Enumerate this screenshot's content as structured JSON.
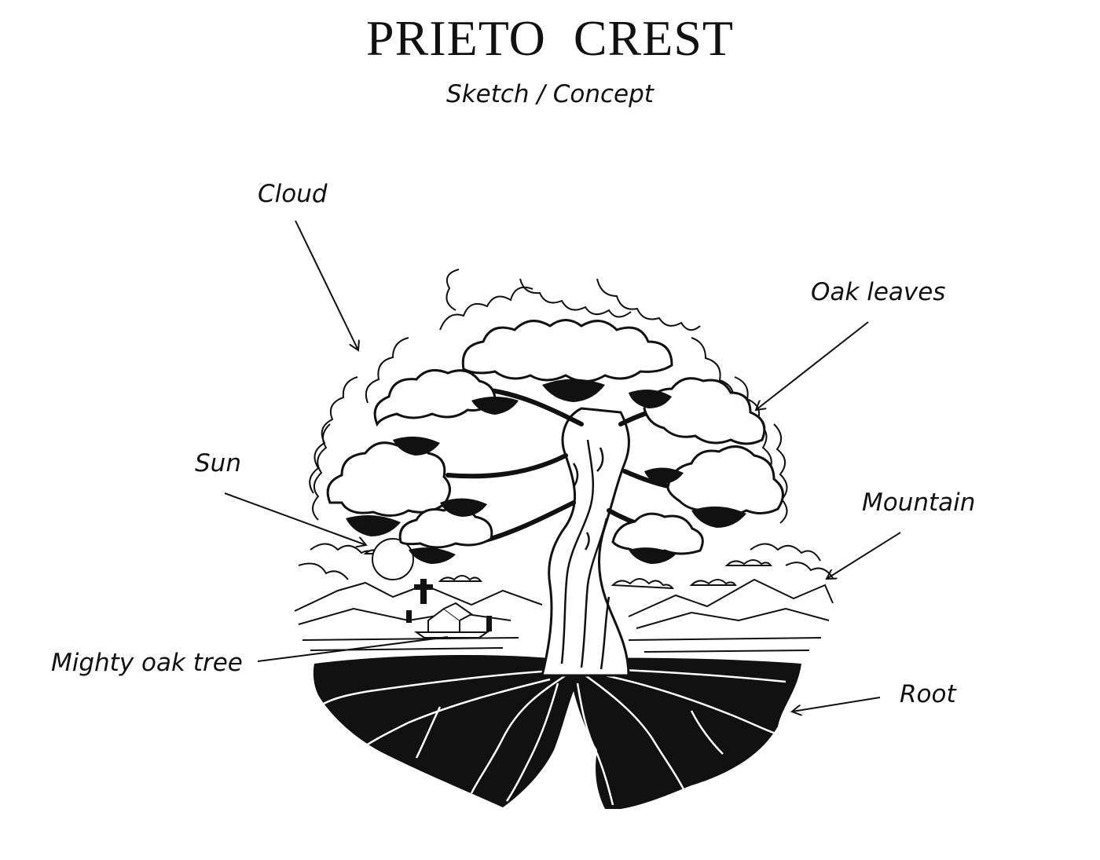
{
  "header": {
    "title": "PRIETO  CREST",
    "subtitle": "Sketch / Concept"
  },
  "callouts": [
    {
      "id": "cloud",
      "text": "Cloud"
    },
    {
      "id": "oak-leaves",
      "text": "Oak leaves"
    },
    {
      "id": "sun",
      "text": "Sun"
    },
    {
      "id": "mountain",
      "text": "Mountain"
    },
    {
      "id": "mighty-oak-tree",
      "text": "Mighty oak tree"
    },
    {
      "id": "root",
      "text": "Root"
    }
  ],
  "colors": {
    "ink": "#111111",
    "paper": "#ffffff"
  }
}
